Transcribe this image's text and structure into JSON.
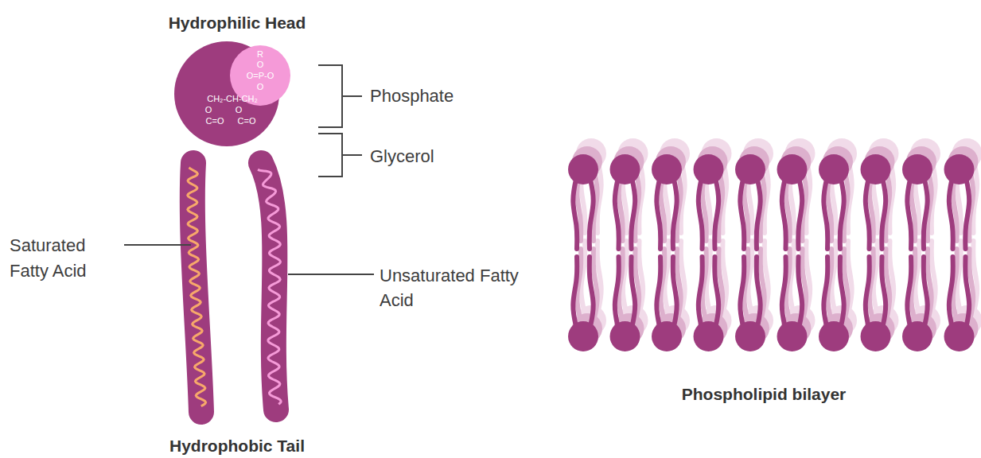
{
  "diagram": {
    "labels": [
      "Hydrophilic Head",
      "R",
      "O",
      "O=P-O",
      "O",
      "CH₂-CH-CH₂",
      "O",
      "O",
      "C=O",
      "C=O",
      "Phosphate",
      "Glycerol",
      "Saturated Fatty Acid",
      "Unsaturated Fatty Acid",
      "Hydrophobic Tail",
      "Phospholipid bilayer"
    ]
  }
}
